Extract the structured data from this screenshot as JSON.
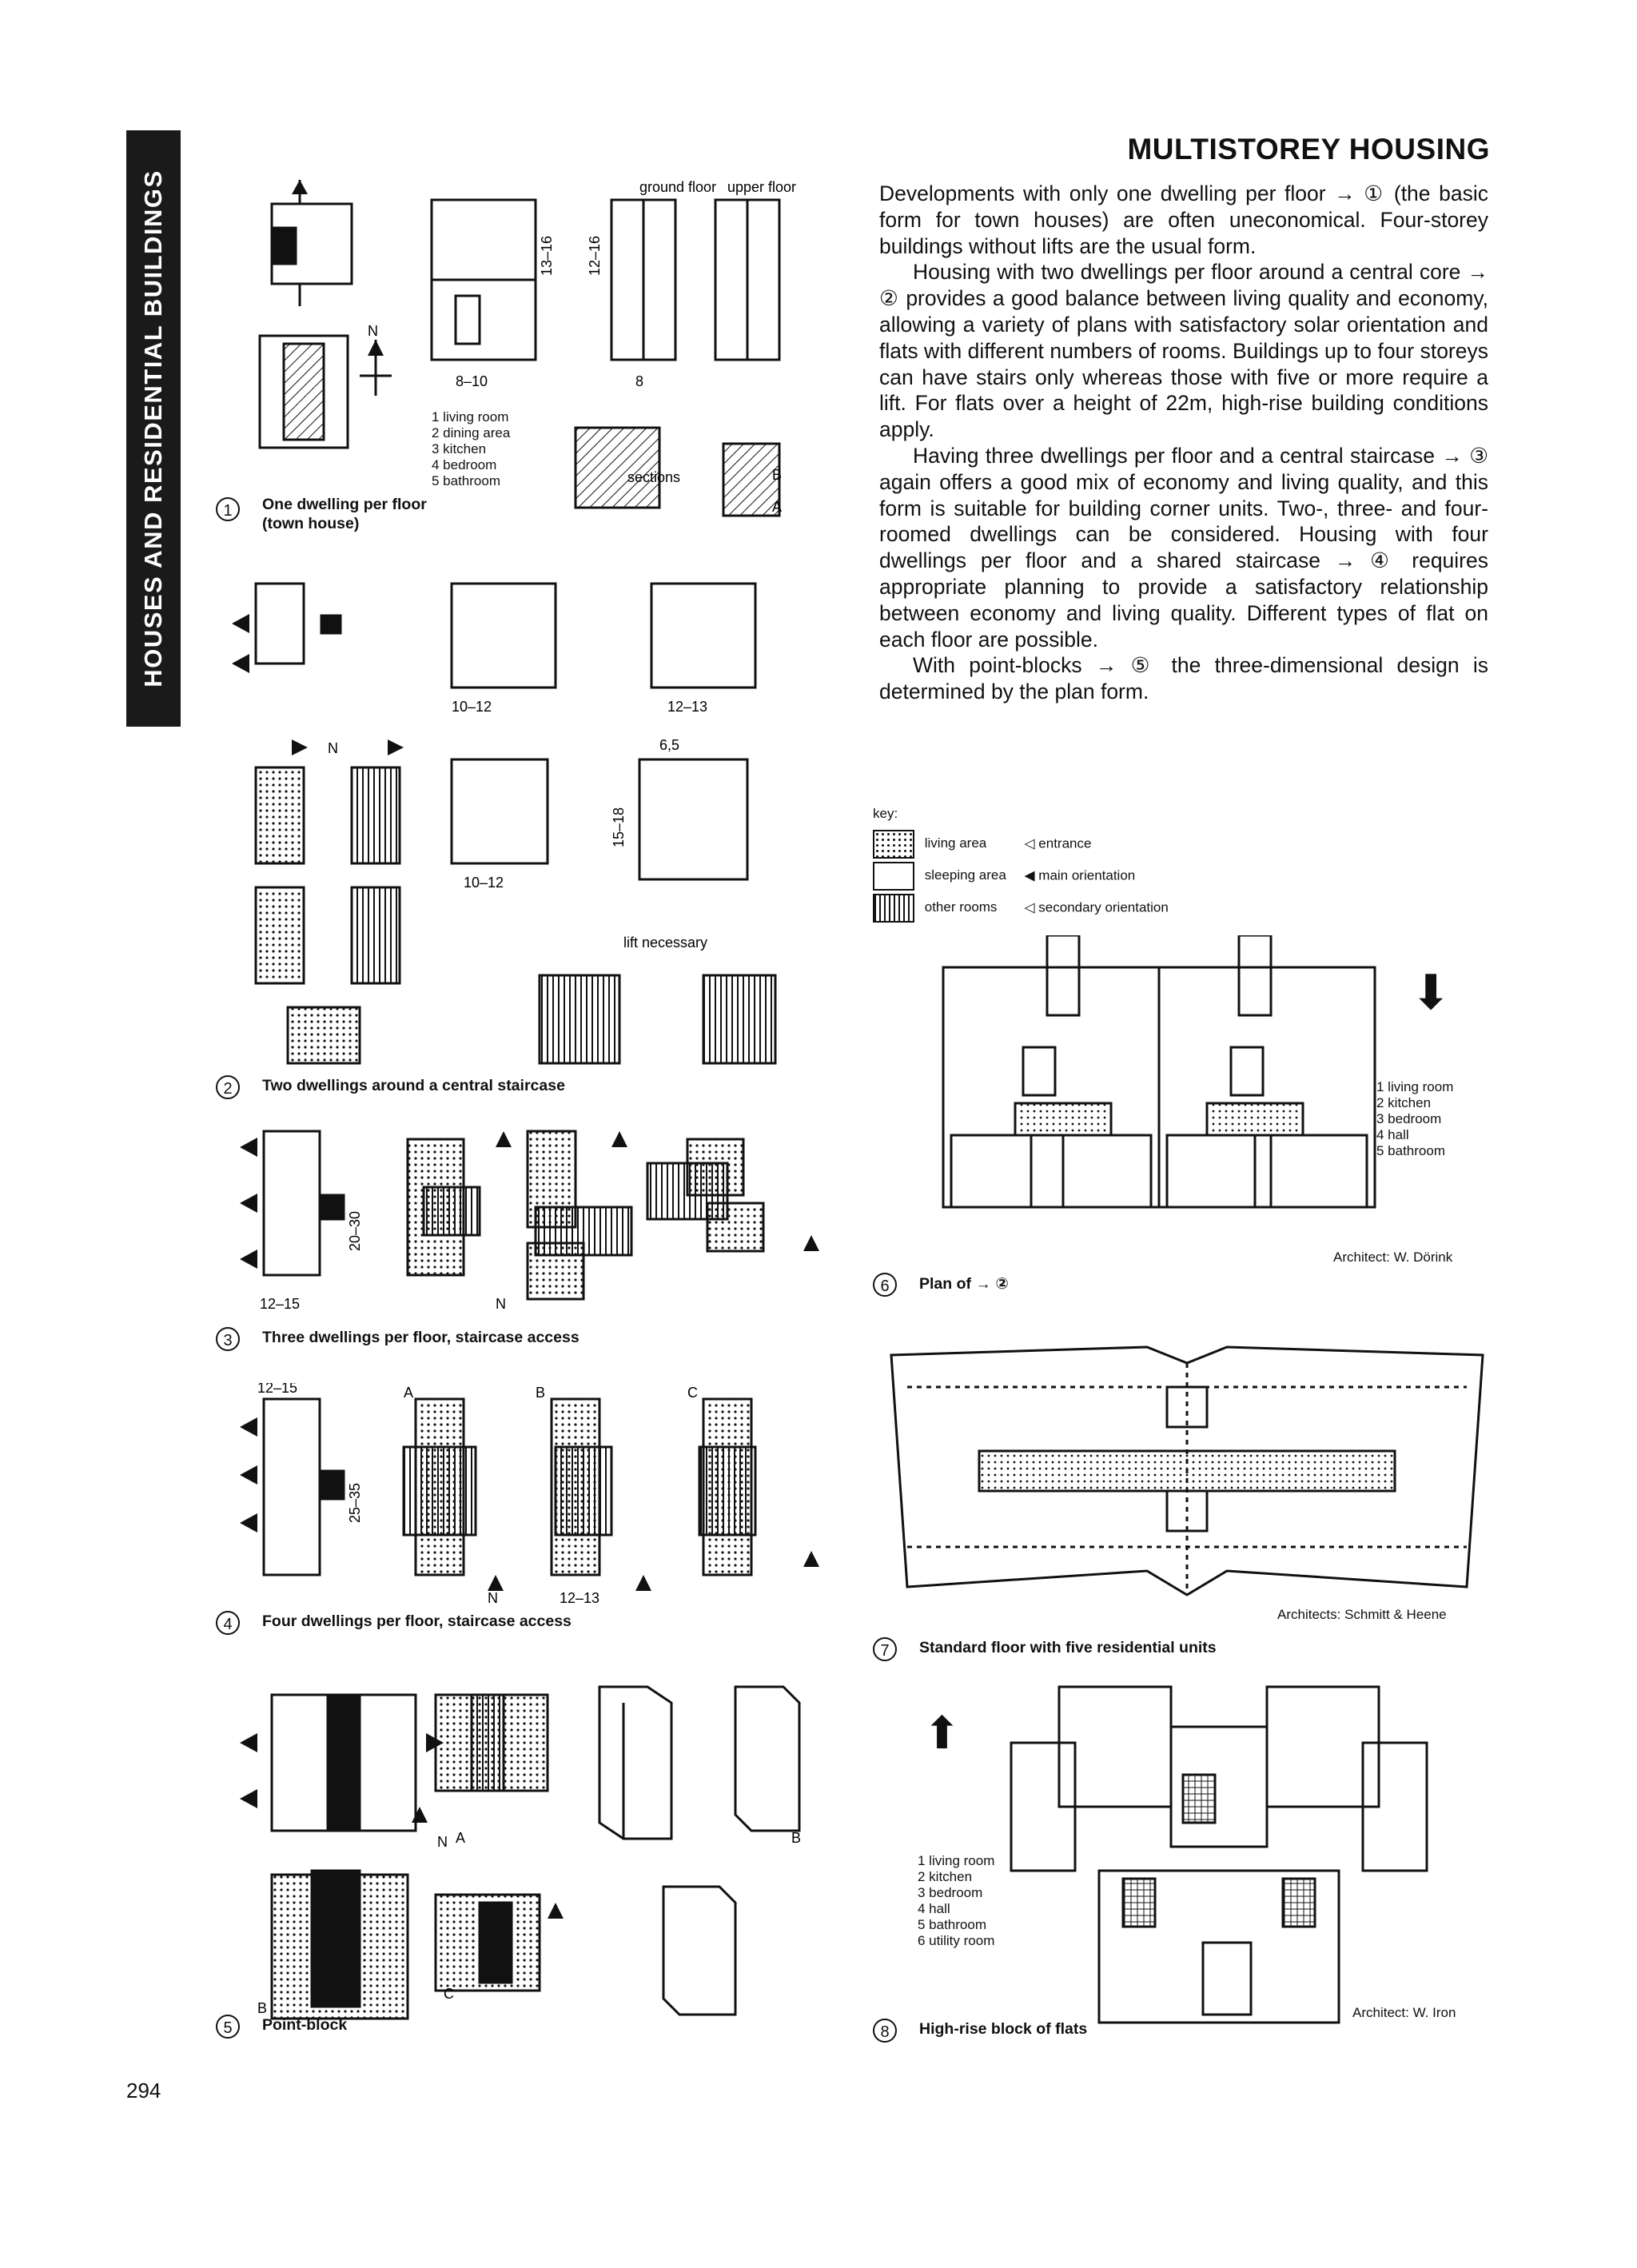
{
  "side_tab": "HOUSES AND RESIDENTIAL BUILDINGS",
  "page_title": "MULTISTOREY HOUSING",
  "page_number": "294",
  "body_paragraphs": [
    "Developments with only one dwelling per floor → ① (the basic form for town houses) are often uneconomical. Four-storey buildings without lifts are the usual form.",
    "Housing with two dwellings per floor around a central core → ② provides a good balance between living quality and economy, allowing a variety of plans with satisfactory solar orientation and flats with different numbers of rooms. Buildings up to four storeys can have stairs only whereas those with five or more require a lift. For flats over a height of 22m, high-rise building conditions apply.",
    "Having three dwellings per floor and a central staircase → ③ again offers a good mix of economy and living quality, and this form is suitable for building corner units. Two-, three- and four-roomed dwellings can be considered. Housing with four dwellings per floor and a shared staircase → ④ requires appropriate planning to provide a satisfactory relationship between economy and living quality. Different types of flat on each floor are possible.",
    "With point-blocks → ⑤ the three-dimensional design is determined by the plan form."
  ],
  "figures": [
    {
      "num": "1",
      "caption": "One dwelling per floor",
      "caption2": "(town house)"
    },
    {
      "num": "2",
      "caption": "Two dwellings around a central staircase"
    },
    {
      "num": "3",
      "caption": "Three dwellings per floor, staircase access"
    },
    {
      "num": "4",
      "caption": "Four dwellings per floor, staircase access"
    },
    {
      "num": "5",
      "caption": "Point-block"
    },
    {
      "num": "6",
      "caption": "Plan of → ②"
    },
    {
      "num": "7",
      "caption": "Standard floor with five residential units"
    },
    {
      "num": "8",
      "caption": "High-rise block of flats"
    }
  ],
  "fig1": {
    "legend": [
      "1  living room",
      "2  dining area",
      "3  kitchen",
      "4  bedroom",
      "5  bathroom"
    ],
    "ground_floor": "ground floor",
    "upper_floor": "upper floor",
    "sections": "sections",
    "dim_a": "8–10",
    "dim_b": "8",
    "dim_c": "13–16",
    "dim_d": "12–16",
    "north": "N",
    "sec_a": "A",
    "sec_b": "B"
  },
  "fig2": {
    "dim_a": "10–12",
    "dim_b": "12–13",
    "dim_c": "10–12",
    "dim_d": "6,5",
    "dim_e": "15–18",
    "lift": "lift necessary",
    "north": "N"
  },
  "fig3": {
    "dim_a": "12–15",
    "dim_b": "20–30",
    "north": "N"
  },
  "fig4": {
    "dim_a": "12–15",
    "dim_b": "25–35",
    "dim_c": "12–13",
    "label_a": "A",
    "label_b": "B",
    "label_c": "C",
    "north": "N"
  },
  "fig5": {
    "label_a": "A",
    "label_b": "B",
    "label_c": "C",
    "north": "N"
  },
  "key": {
    "title": "key:",
    "items": [
      {
        "label": "living area",
        "symbol": "entrance"
      },
      {
        "label": "sleeping area",
        "symbol": "main orientation"
      },
      {
        "label": "other rooms",
        "symbol": "secondary orientation"
      }
    ]
  },
  "fig6": {
    "legend": [
      "1  living room",
      "2  kitchen",
      "3  bedroom",
      "4  hall",
      "5  bathroom"
    ],
    "architect": "Architect: W. Dörink"
  },
  "fig7": {
    "architect": "Architects: Schmitt & Heene"
  },
  "fig8": {
    "legend": [
      "1  living room",
      "2  kitchen",
      "3  bedroom",
      "4  hall",
      "5  bathroom",
      "6  utility room"
    ],
    "architect": "Architect: W. Iron"
  }
}
